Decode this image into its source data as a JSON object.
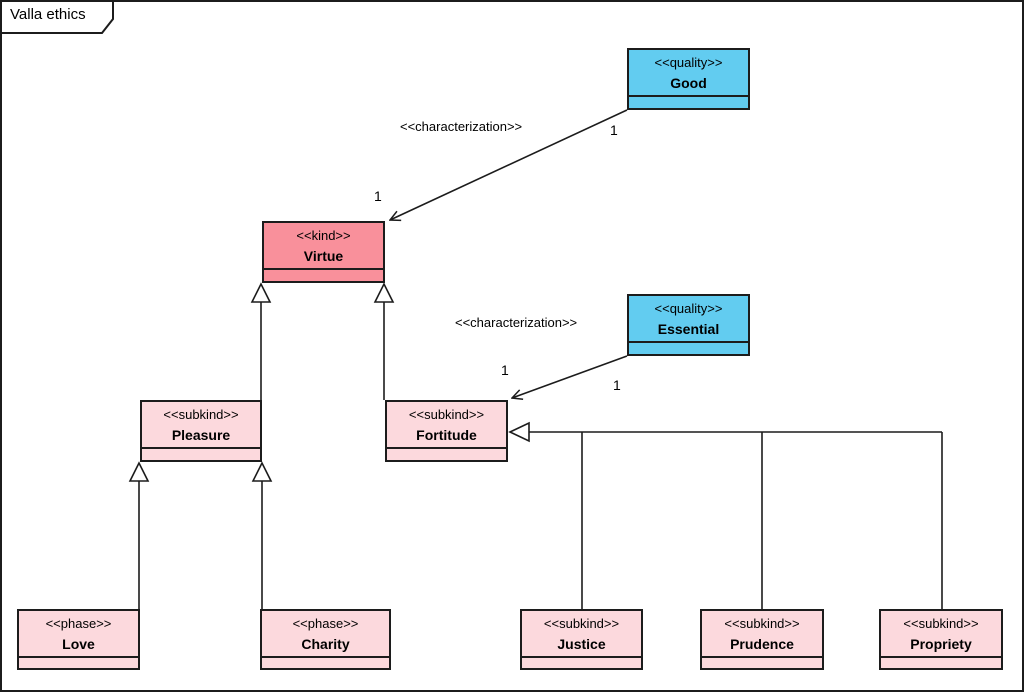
{
  "frame": {
    "title": "Valla ethics"
  },
  "palette": {
    "quality_fill": "#62ccf0",
    "kind_fill": "#f9909b",
    "light_fill": "#fcd9dd",
    "line_color": "#1c1c1c",
    "background": "#ffffff"
  },
  "classes": {
    "good": {
      "stereotype": "<<quality>>",
      "name": "Good"
    },
    "virtue": {
      "stereotype": "<<kind>>",
      "name": "Virtue"
    },
    "essential": {
      "stereotype": "<<quality>>",
      "name": "Essential"
    },
    "pleasure": {
      "stereotype": "<<subkind>>",
      "name": "Pleasure"
    },
    "fortitude": {
      "stereotype": "<<subkind>>",
      "name": "Fortitude"
    },
    "love": {
      "stereotype": "<<phase>>",
      "name": "Love"
    },
    "charity": {
      "stereotype": "<<phase>>",
      "name": "Charity"
    },
    "justice": {
      "stereotype": "<<subkind>>",
      "name": "Justice"
    },
    "prudence": {
      "stereotype": "<<subkind>>",
      "name": "Prudence"
    },
    "propriety": {
      "stereotype": "<<subkind>>",
      "name": "Propriety"
    }
  },
  "relations": {
    "good_characterizes_virtue": {
      "label": "<<characterization>>",
      "source_multiplicity": "1",
      "target_multiplicity": "1"
    },
    "essential_characterizes_fortitude": {
      "label": "<<characterization>>",
      "source_multiplicity": "1",
      "target_multiplicity": "1"
    }
  }
}
